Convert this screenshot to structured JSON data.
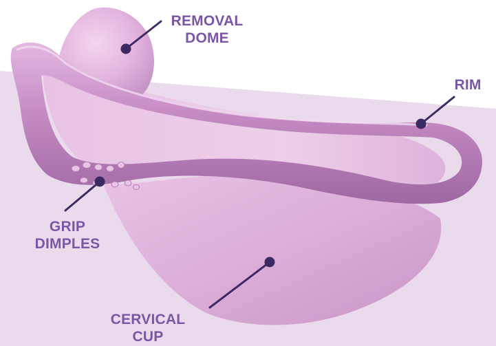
{
  "colors": {
    "label": "#7b55a6",
    "leader": "#3c2a63",
    "background_panel": "#eadbec",
    "device_light": "#efd0ec",
    "device_mid": "#d4a0cf",
    "device_dark": "#a36fa6"
  },
  "labels": {
    "removal_dome": {
      "line1": "REMOVAL",
      "line2": "DOME"
    },
    "rim": {
      "line1": "RIM"
    },
    "grip_dimples": {
      "line1": "GRIP",
      "line2": "DIMPLES"
    },
    "cervical_cup": {
      "line1": "CERVICAL",
      "line2": "CUP"
    }
  }
}
